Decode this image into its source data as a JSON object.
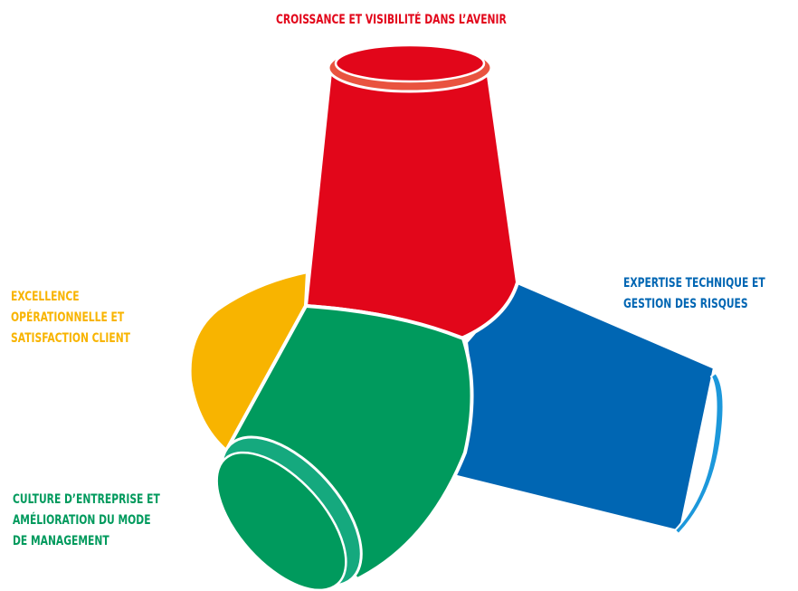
{
  "colors": {
    "red": "#e2061a",
    "red_rim": "#e9533f",
    "blue": "#0066b3",
    "blue_rim": "#1c98db",
    "green": "#009a5d",
    "green_rim": "#15a97e",
    "yellow": "#f8b400",
    "outline": "#ffffff"
  },
  "pillars": {
    "top": {
      "lines": [
        "CROISSANCE ET VISIBILITÉ DANS L’AVENIR"
      ],
      "color": "#e2061a"
    },
    "right": {
      "lines": [
        "EXPERTISE TECHNIQUE ET",
        "GESTION DES RISQUES"
      ],
      "color": "#0066b3"
    },
    "left": {
      "lines": [
        "EXCELLENCE",
        "OPÉRATIONNELLE ET",
        "SATISFACTION CLIENT"
      ],
      "color": "#f8b400"
    },
    "bottom": {
      "lines": [
        "CULTURE D’ENTREPRISE ET",
        "AMÉLIORATION DU MODE",
        "DE MANAGEMENT"
      ],
      "color": "#009a5d"
    }
  }
}
